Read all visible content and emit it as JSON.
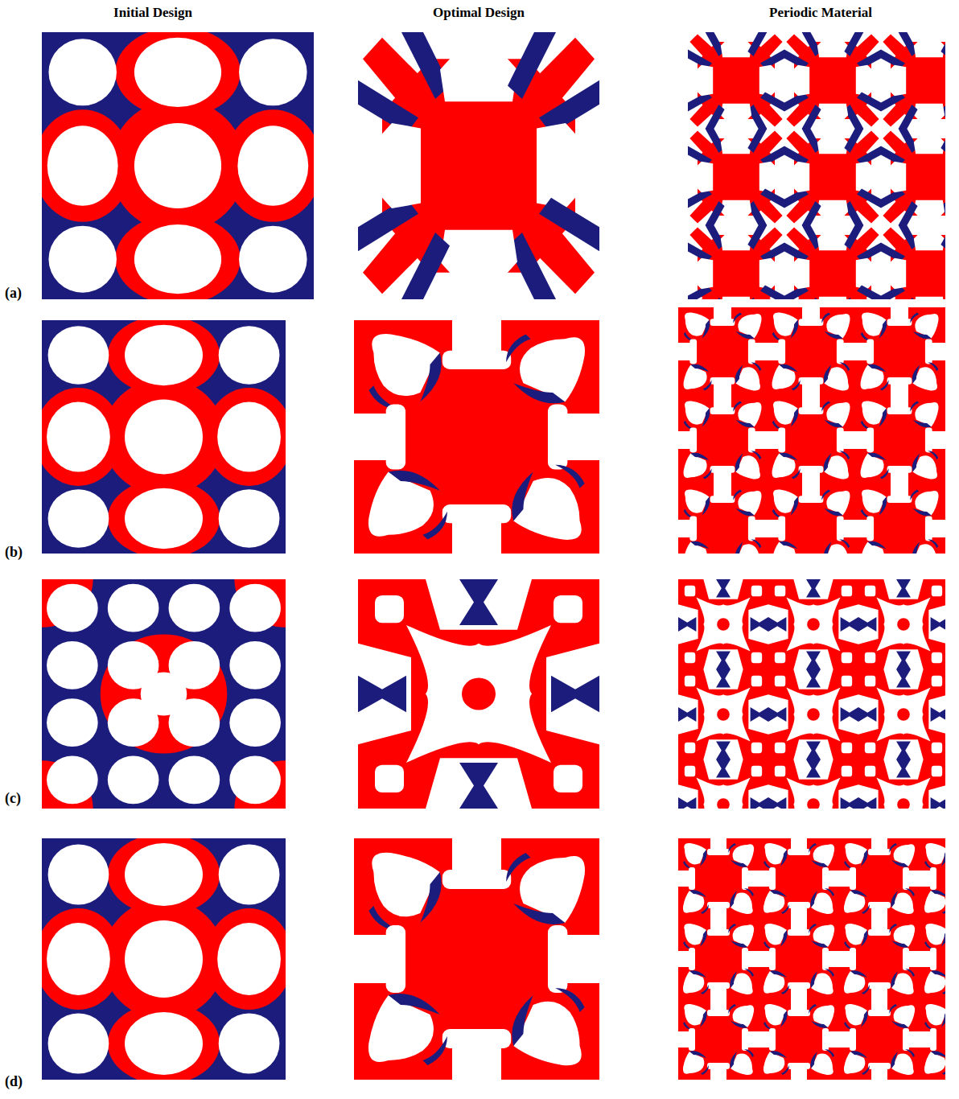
{
  "diagram": {
    "labels": [
      "Initial Design",
      "Optimal Design",
      "Periodic Material",
      "(a)",
      "(b)",
      "(c)",
      "(d)"
    ]
  }
}
